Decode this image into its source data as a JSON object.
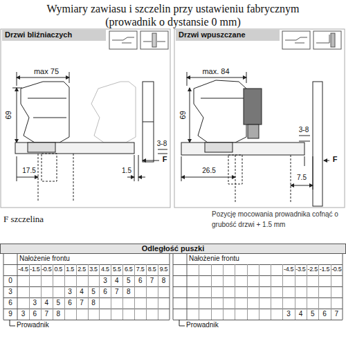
{
  "diagram": {
    "title": "Wymiary zawiasu i szczelin przy ustawieniu fabrycznym (prowadnik o dystansie 0 mm)",
    "nodes": [
      {
        "text": [
          "Drzwi bliźniaczych"
        ]
      },
      {
        "text": [
          "Drzwi wpuszczane"
        ]
      }
    ],
    "labels": [
      "max 75",
      "69",
      "3-8",
      "17.5",
      "1.5",
      "F",
      "max. 84",
      "69",
      "3-8",
      "F",
      "26.5",
      "7.5",
      "F szczelina",
      "Pozycję mocowania prowadnika cofnąć o grubość drzwi + 1.5 mm",
      "Odległość puszki",
      "Nałożenie frontu",
      "Nałożenie frontu",
      "-4.5",
      "-1.5",
      "-0.5",
      "0.5",
      "1.5",
      "2.5",
      "3.5",
      "4.5",
      "5.5",
      "6.5",
      "7.5",
      "8.5",
      "9.5",
      "-4.5",
      "-3.5",
      "-2.5",
      "-1.5",
      "-0.5",
      "0",
      "3",
      "6",
      "9",
      "3",
      "4",
      "5",
      "6",
      "7",
      "8",
      "3",
      "4",
      "5",
      "6",
      "7",
      "8",
      "3",
      "4",
      "5",
      "6",
      "7",
      "8",
      "3",
      "6",
      "7",
      "8",
      "3",
      "4",
      "5",
      "6",
      "7",
      "Prowadnik",
      "Prowadnik"
    ]
  }
}
